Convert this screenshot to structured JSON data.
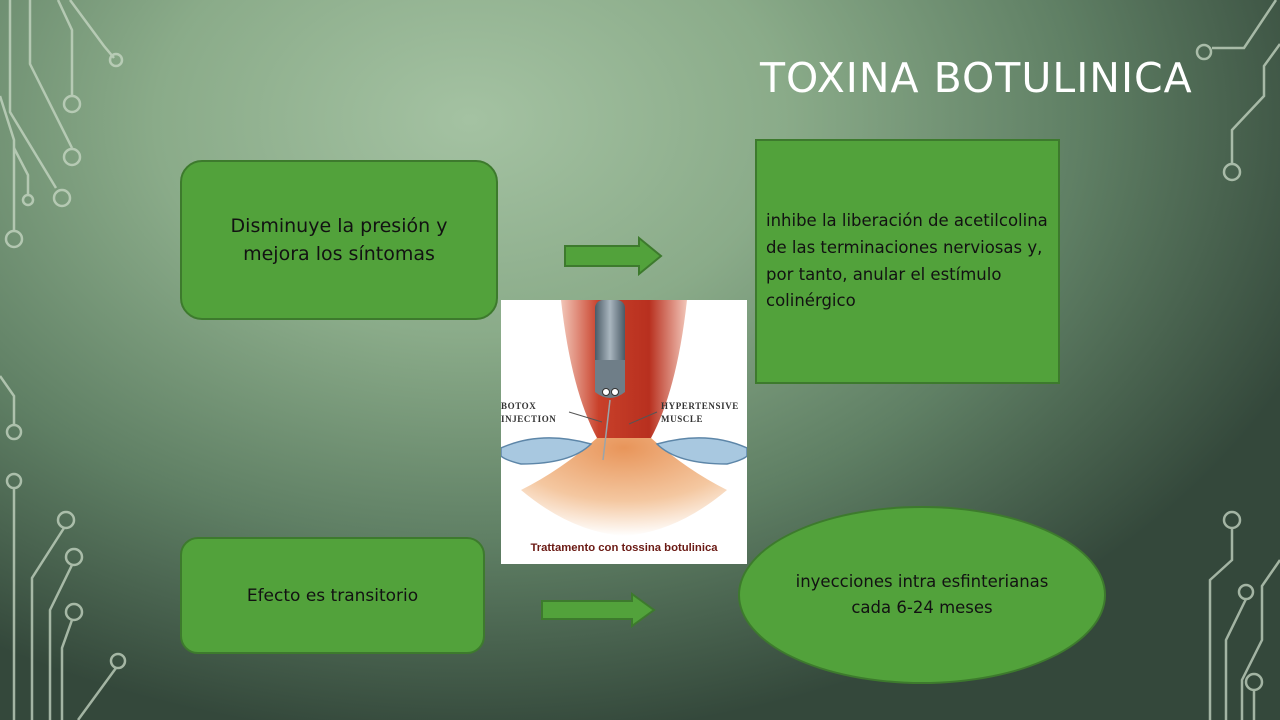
{
  "slide": {
    "title": "TOXINA BOTULINICA"
  },
  "boxes": {
    "left_top": "Disminuye la presión y mejora los síntomas",
    "right_top": "inhibe la liberación de acetilcolina de las terminaciones nerviosas y, por tanto, anular el estímulo colinérgico",
    "left_bottom": "Efecto es transitorio",
    "ellipse": "inyecciones intra esfinterianas cada 6-24 meses"
  },
  "illustration": {
    "label_left": "BOTOX INJECTION",
    "label_right": "HYPERTENSIVE MUSCLE",
    "caption": "Trattamento con tossina botulinica"
  },
  "colors": {
    "box_fill": "#52a23b",
    "box_border": "#3d7a2d",
    "title_color": "#ffffff",
    "caption_color": "#6b1a14"
  }
}
